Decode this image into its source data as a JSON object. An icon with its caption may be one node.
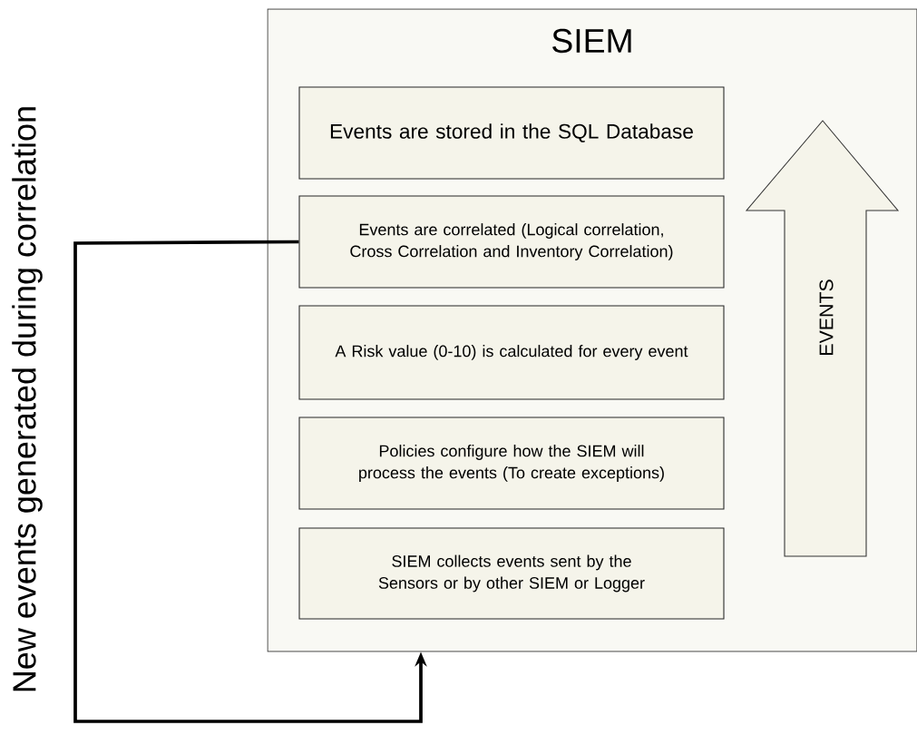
{
  "diagram": {
    "nodes": [
      {
        "text": [
          "SIEM"
        ]
      },
      {
        "text": [
          "Events are stored in the SQL Database"
        ],
        "in": 0
      },
      {
        "text": [
          "Events are correlated (Logical correlation, Cross Correlation and Inventory Correlation)"
        ],
        "in": 0
      },
      {
        "text": [
          "A Risk value (0-10) is calculated for every event"
        ],
        "in": 0
      },
      {
        "text": [
          "Policies configure how the SIEM will process the events (To create exceptions)"
        ],
        "in": 0
      },
      {
        "text": [
          "SIEM collects events sent by the Sensors or by other SIEM or Logger"
        ],
        "in": 0
      },
      {
        "text": [
          "EVENTS"
        ],
        "in": 0
      }
    ],
    "edges": [
      {
        "from": 2,
        "to": 0,
        "arrow": "to",
        "label": "New events generated during correlation"
      }
    ]
  }
}
